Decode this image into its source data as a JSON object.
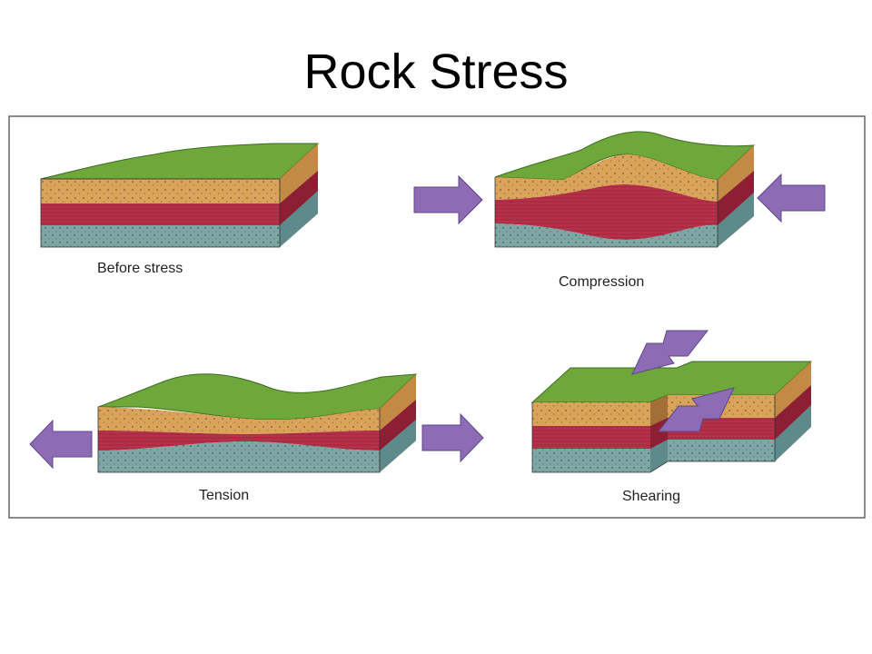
{
  "title": "Rock Stress",
  "panels": [
    {
      "id": "before",
      "caption": "Before stress"
    },
    {
      "id": "compression",
      "caption": "Compression"
    },
    {
      "id": "tension",
      "caption": "Tension"
    },
    {
      "id": "shearing",
      "caption": "Shearing"
    }
  ],
  "colors": {
    "grass": "#6fa83a",
    "grass_dark": "#4f8a2a",
    "sand": "#d9a45a",
    "red_layer": "#b8314a",
    "red_dark": "#8d1f35",
    "blue_layer": "#7fa6a6",
    "blue_dark": "#5e8a8c",
    "arrow": "#8e6bb5",
    "arrow_dark": "#5e4787"
  }
}
